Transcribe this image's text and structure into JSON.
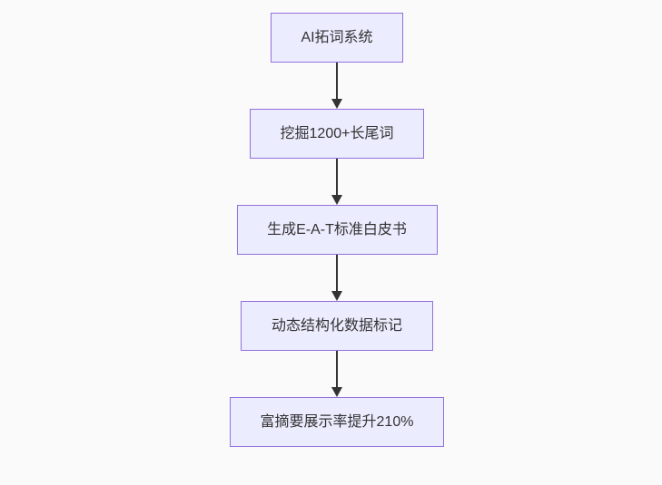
{
  "diagram": {
    "type": "flowchart",
    "direction": "top-down",
    "nodes": [
      {
        "id": "node-1",
        "label": "AI拓词系统"
      },
      {
        "id": "node-2",
        "label": "挖掘1200+长尾词"
      },
      {
        "id": "node-3",
        "label": "生成E-A-T标准白皮书"
      },
      {
        "id": "node-4",
        "label": "动态结构化数据标记"
      },
      {
        "id": "node-5",
        "label": "富摘要展示率提升210%"
      }
    ],
    "edges": [
      {
        "from": "node-1",
        "to": "node-2"
      },
      {
        "from": "node-2",
        "to": "node-3"
      },
      {
        "from": "node-3",
        "to": "node-4"
      },
      {
        "from": "node-4",
        "to": "node-5"
      }
    ],
    "colors": {
      "background": "#fafafa",
      "node_fill": "#ECECFF",
      "node_border": "#9370DB",
      "text": "#333333",
      "arrow": "#333333"
    }
  }
}
